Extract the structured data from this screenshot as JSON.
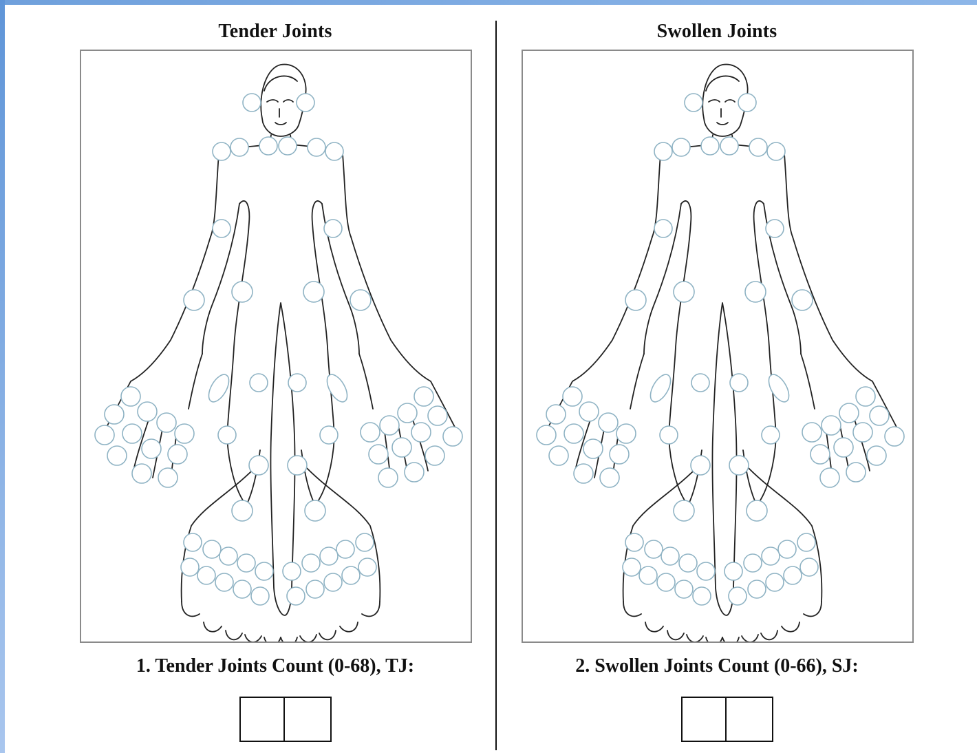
{
  "panels": [
    {
      "title": "Tender Joints",
      "count_label": "1. Tender Joints Count (0-68), TJ:",
      "count_value": [
        "",
        ""
      ]
    },
    {
      "title": "Swollen Joints",
      "count_label": "2. Swollen Joints Count (0-66), SJ:",
      "count_value": [
        "",
        ""
      ]
    }
  ],
  "colors": {
    "joint_stroke": "#8fb3c4",
    "outline": "#222222",
    "frame_accent": "#6fa0dc"
  }
}
